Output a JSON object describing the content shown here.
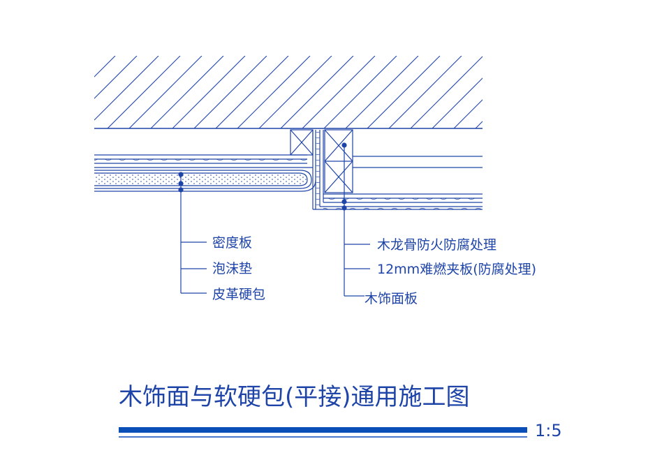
{
  "colors": {
    "line": "#1e44a8",
    "accent": "#0a4fb8",
    "background": "#ffffff"
  },
  "labels_left": [
    "密度板",
    "泡沫垫",
    "皮革硬包"
  ],
  "labels_right": [
    "木龙骨防火防腐处理",
    "12mm难燃夹板(防腐处理)",
    "木饰面板"
  ],
  "title": "木饰面与软硬包(平接)通用施工图",
  "scale": "1:5"
}
